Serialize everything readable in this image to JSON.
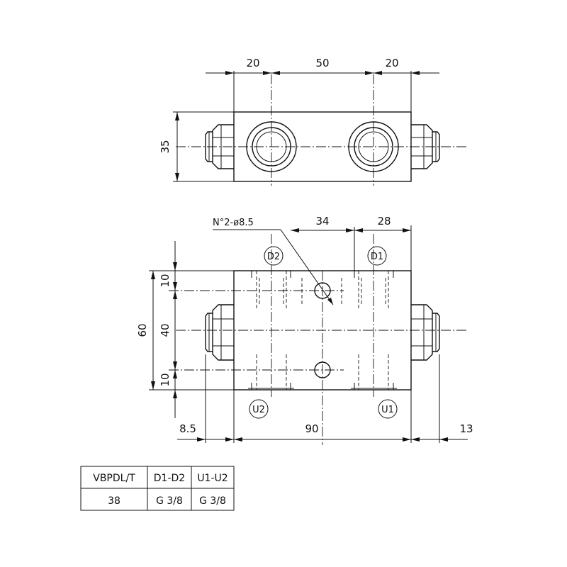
{
  "top_view": {
    "dims": {
      "left": "20",
      "middle": "50",
      "right": "20",
      "height": "35"
    }
  },
  "front_view": {
    "holes_note": "N°2-ø8.5",
    "dims": {
      "port_spacing": "34",
      "port_offset": "28",
      "total_height": "60",
      "top_offset": "10",
      "middle": "40",
      "bottom_offset": "10",
      "left_ext": "8.5",
      "width": "90",
      "right_ext": "13"
    },
    "ports": {
      "d2": "D2",
      "d1": "D1",
      "u2": "U2",
      "u1": "U1"
    }
  },
  "table": {
    "headers": [
      "VBPDL/T",
      "D1-D2",
      "U1-U2"
    ],
    "rows": [
      [
        "38",
        "G 3/8",
        "G 3/8"
      ]
    ]
  }
}
